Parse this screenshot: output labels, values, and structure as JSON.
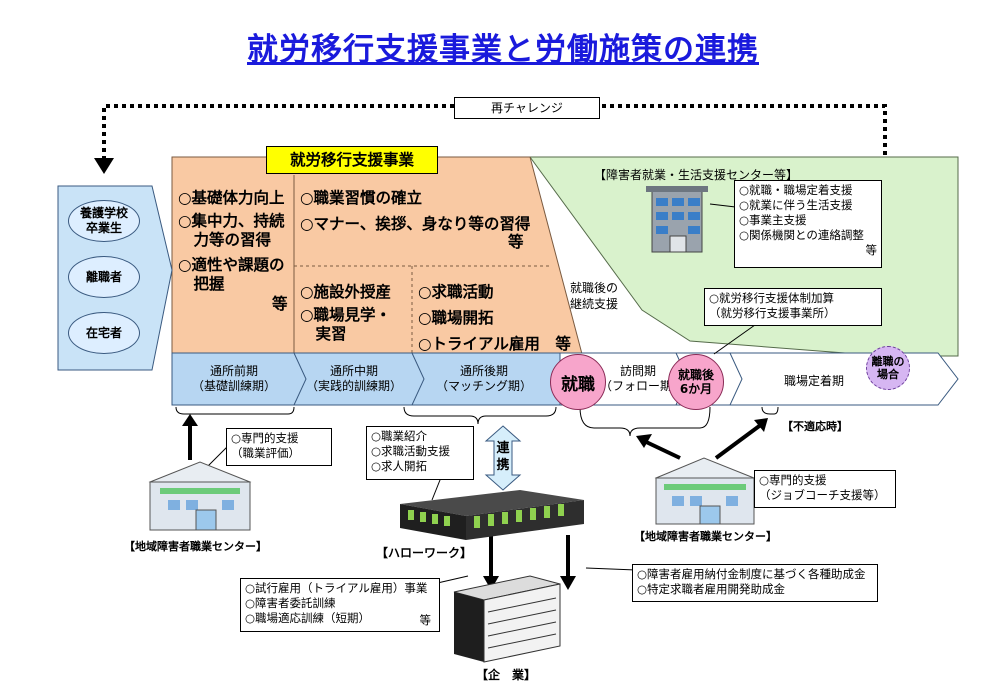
{
  "title": "就労移行支援事業と労働施策の連携",
  "rechallenge": "再チャレンジ",
  "left_sources": [
    "養護学校\n卒業生",
    "離職者",
    "在宅者"
  ],
  "program_label": "就労移行支援事業",
  "center_org": "【障害者就業・生活支援センター等】",
  "col1": {
    "i1": "○基礎体力向上",
    "i2": "○集中力、持続\n　力等の習得",
    "i3": "○適性や課題の\n　把握",
    "etc": "等"
  },
  "col2_top": {
    "i1": "○職業習慣の確立",
    "i2": "○マナー、挨拶、身なり等の習得",
    "etc": "等"
  },
  "col2_bottom": {
    "i1": "○施設外授産",
    "i2": "○職場見学・\n　実習"
  },
  "col3_bottom": {
    "i1": "○求職活動",
    "i2": "○職場開拓",
    "i3": "○トライアル雇用　等"
  },
  "continued_support": "就職後の\n継続支援",
  "center_services": {
    "i1": "○就職・職場定着支援",
    "i2": "○就業に伴う生活支援",
    "i3": "○事業主支援",
    "i4": "○関係機関との連絡調整",
    "etc": "等"
  },
  "addition_box": "○就労移行支援体制加算\n（就労移行支援事業所）",
  "phases": {
    "p1": "通所前期\n（基礎訓練期）",
    "p2": "通所中期\n（実践的訓練期）",
    "p3": "通所後期\n（マッチング期）",
    "p4": "訪問期\n（フォロー期）",
    "p5": "職場定着期"
  },
  "employment": "就職",
  "six_months": "就職後\n6か月",
  "leave_case": "離職の\n場合",
  "unfit": "【不適応時】",
  "left_center_box": "○専門的支援\n（職業評価）",
  "left_center_label": "【地域障害者職業センター】",
  "hw_services": {
    "i1": "○職業紹介",
    "i2": "○求職活動支援",
    "i3": "○求人開拓"
  },
  "cooperation": "連\n携",
  "hw_label": "【ハローワーク】",
  "right_center_box": "○専門的支援\n（ジョブコーチ支援等）",
  "right_center_label": "【地域障害者職業センター】",
  "hw_programs": {
    "i1": "○試行雇用（トライアル雇用）事業",
    "i2": "○障害者委託訓練",
    "i3": "○職場適応訓練（短期）",
    "etc": "等"
  },
  "subsidies": {
    "i1": "○障害者雇用納付金制度に基づく各種助成金",
    "i2": "○特定求職者雇用開発助成金"
  },
  "company": "【企　業】",
  "colors": {
    "title": "#1a1adc",
    "orange": "#f9c9a3",
    "green": "#d9f2cc",
    "blue_band": "#b7d6f2",
    "yellow": "#ffff00",
    "pink": "#f7a5cb",
    "purple": "#d6b6f2"
  }
}
